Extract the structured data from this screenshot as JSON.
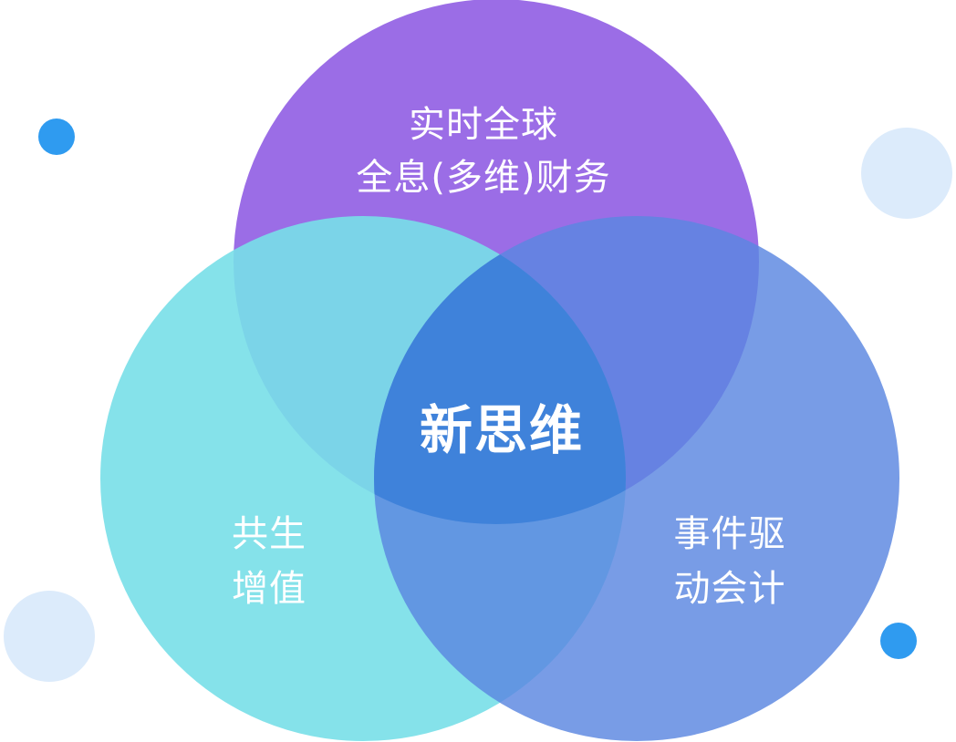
{
  "diagram": {
    "center_label": "新思维",
    "circles": [
      {
        "id": "top",
        "lines": [
          "实时全球",
          "全息(多维)财务"
        ],
        "color": "#9b6de6"
      },
      {
        "id": "left",
        "lines": [
          "共生",
          "增值"
        ],
        "color": "#7de0e8"
      },
      {
        "id": "right",
        "lines": [
          "事件驱",
          "动会计"
        ],
        "color": "#6a93e2"
      }
    ],
    "decorative_dots": [
      {
        "id": "dot-top-left",
        "color": "#2f9bf0"
      },
      {
        "id": "dot-top-right",
        "color": "#dcebfb"
      },
      {
        "id": "dot-bottom-left",
        "color": "#dcebfb"
      },
      {
        "id": "dot-bottom-right",
        "color": "#2f9bf0"
      }
    ]
  }
}
